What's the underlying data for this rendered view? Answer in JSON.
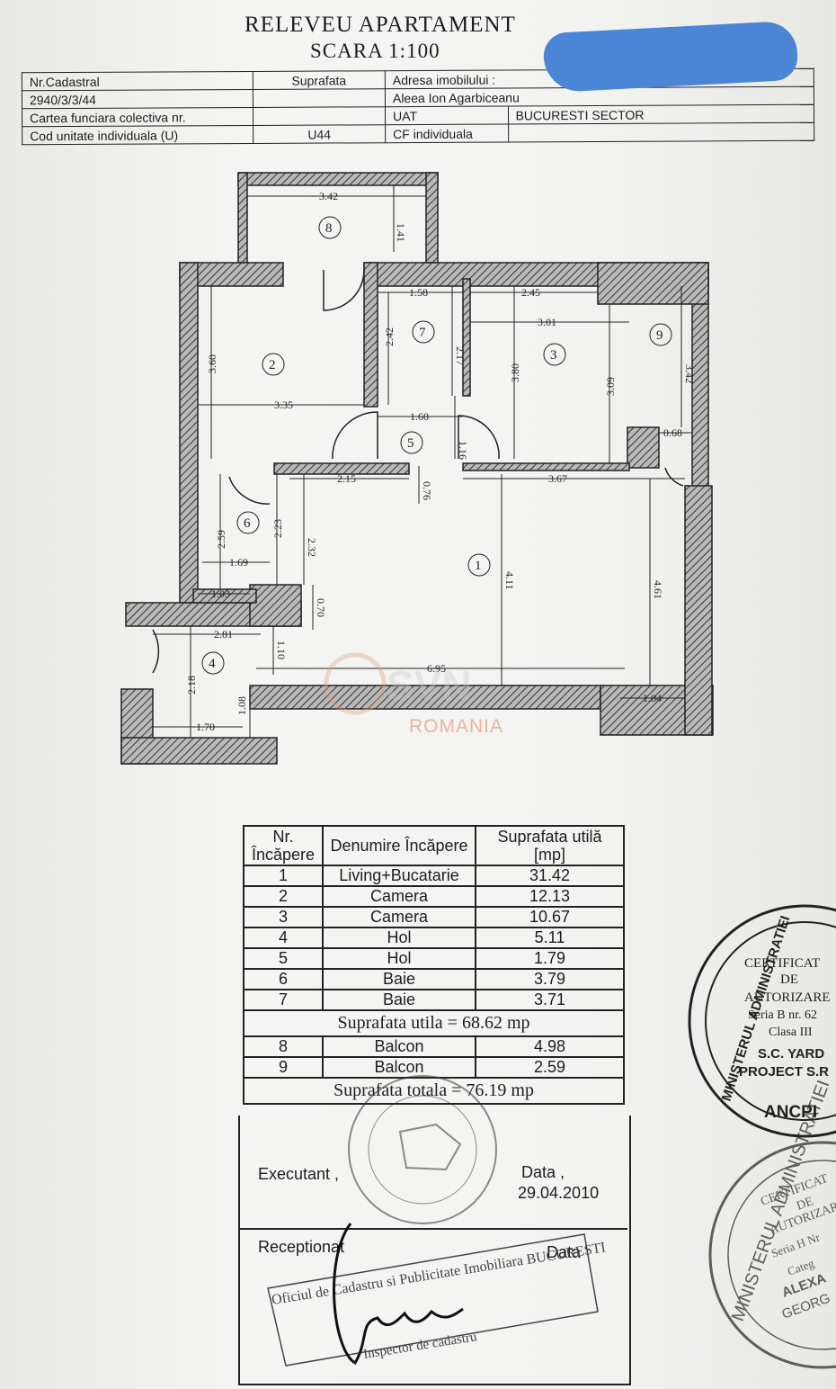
{
  "header": {
    "title": "RELEVEU APARTAMENT",
    "scale": "SCARA 1:100",
    "nr_cadastral_label": "Nr.Cadastral",
    "nr_cadastral": "2940/3/3/44",
    "carte_label": "Cartea funciara colectiva nr.",
    "cod_label": "Cod unitate individuala (U)",
    "suprafata_label": "Suprafata",
    "cod_value": "U44",
    "adresa_label": "Adresa imobilului :",
    "adresa_value": "Aleea Ion Agarbiceanu",
    "uat_label": "UAT",
    "uat_value": "BUCURESTI SECTOR",
    "cf_label": "CF individuala"
  },
  "plan": {
    "room_numbers": [
      "1",
      "2",
      "3",
      "4",
      "5",
      "6",
      "7",
      "8",
      "9"
    ],
    "dimensions": [
      "3.42",
      "1.41",
      "1.58",
      "2.45",
      "3.01",
      "3.60",
      "2.42",
      "2.17",
      "3.80",
      "3.09",
      "3.42",
      "3.35",
      "1.60",
      "1.16",
      "0.68",
      "2.15",
      "0.76",
      "3.67",
      "2.59",
      "2.23",
      "2.32",
      "1.69",
      "1.03",
      "0.70",
      "4.11",
      "4.61",
      "2.81",
      "1.10",
      "6.95",
      "2.18",
      "1.08",
      "1.04",
      "1.70"
    ],
    "watermark": "ROMANIA"
  },
  "rooms_table": {
    "headers": [
      "Nr. Încăpere",
      "Denumire Încăpere",
      "Suprafata utilă [mp]"
    ],
    "rows": [
      {
        "nr": "1",
        "name": "Living+Bucatarie",
        "area": "31.42"
      },
      {
        "nr": "2",
        "name": "Camera",
        "area": "12.13"
      },
      {
        "nr": "3",
        "name": "Camera",
        "area": "10.67"
      },
      {
        "nr": "4",
        "name": "Hol",
        "area": "5.11"
      },
      {
        "nr": "5",
        "name": "Hol",
        "area": "1.79"
      },
      {
        "nr": "6",
        "name": "Baie",
        "area": "3.79"
      },
      {
        "nr": "7",
        "name": "Baie",
        "area": "3.71"
      }
    ],
    "util_total": "Suprafata utila = 68.62 mp",
    "balcony_rows": [
      {
        "nr": "8",
        "name": "Balcon",
        "area": "4.98"
      },
      {
        "nr": "9",
        "name": "Balcon",
        "area": "2.59"
      }
    ],
    "grand_total": "Suprafata totala = 76.19 mp"
  },
  "signatures": {
    "executant_label": "Executant ,",
    "data_label": "Data ,",
    "data_value": "29.04.2010",
    "receptionat_label": "Receptionat",
    "receptionat_data_label": "Data",
    "stamp_text": "Oficiul de Cadastru si Publicitate Imobiliara BUCURESTI",
    "inspector_text": "Inspector de cadastru"
  },
  "seals": {
    "seal1_ring": "MINISTERUL ADMINISTRATIEI",
    "seal1_lines": [
      "CERTIFICAT",
      "DE",
      "AUTORIZARE",
      "Seria B nr. 62",
      "Clasa III",
      "S.C. YARD",
      "PROJECT S.R"
    ],
    "seal1_bottom": "ANCPI",
    "seal2_ring": "MINISTERUL ADMINISTRATIEI",
    "seal2_lines": [
      "CERTIFICAT",
      "DE",
      "AUTORIZARE",
      "Seria H Nr",
      "Categ",
      "ALEXA",
      "GEORG"
    ]
  }
}
